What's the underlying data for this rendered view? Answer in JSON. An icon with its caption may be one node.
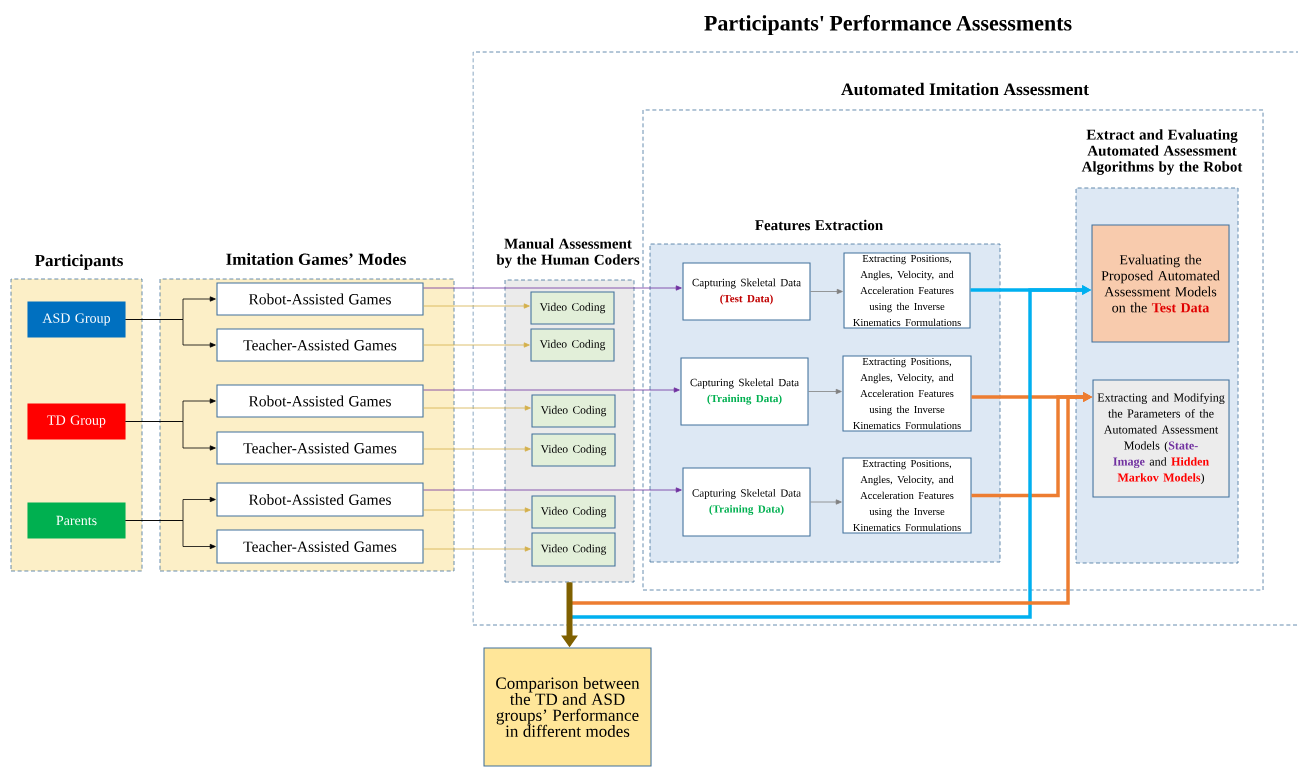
{
  "diagram": {
    "nodes": [
      {
        "text": [
          "Participants"
        ]
      },
      {
        "text": [
          "ASD Group"
        ],
        "in": 0
      },
      {
        "text": [
          "TD Group"
        ],
        "in": 0
      },
      {
        "text": [
          "Parents"
        ],
        "in": 0
      },
      {
        "text": [
          "Imitation Games’ Modes"
        ]
      },
      {
        "text": [
          "Robot-Assisted Games"
        ],
        "in": 4
      },
      {
        "text": [
          "Teacher-Assisted Games"
        ],
        "in": 4
      },
      {
        "text": [
          "Robot-Assisted Games"
        ],
        "in": 4
      },
      {
        "text": [
          "Teacher-Assisted Games"
        ],
        "in": 4
      },
      {
        "text": [
          "Robot-Assisted Games"
        ],
        "in": 4
      },
      {
        "text": [
          "Teacher-Assisted Games"
        ],
        "in": 4
      },
      {
        "text": [
          "Participants' Performance Assessments"
        ]
      },
      {
        "text": [
          "Manual Assessment by the Human Coders"
        ],
        "in": 11
      },
      {
        "text": [
          "Video Coding"
        ],
        "in": 12
      },
      {
        "text": [
          "Video Coding"
        ],
        "in": 12
      },
      {
        "text": [
          "Video Coding"
        ],
        "in": 12
      },
      {
        "text": [
          "Video Coding"
        ],
        "in": 12
      },
      {
        "text": [
          "Video Coding"
        ],
        "in": 12
      },
      {
        "text": [
          "Video Coding"
        ],
        "in": 12
      },
      {
        "text": [
          "Automated Imitation Assessment"
        ],
        "in": 11
      },
      {
        "text": [
          "Features Extraction"
        ],
        "in": 19
      },
      {
        "text": [
          "Capturing Skeletal Data",
          "(Test Data)"
        ],
        "in": 20
      },
      {
        "text": [
          "Extracting Positions, Angles, Velocity, and Acceleration Features using the Inverse Kinematics Formulations"
        ],
        "in": 20
      },
      {
        "text": [
          "Capturing Skeletal Data",
          "(Training Data)"
        ],
        "in": 20
      },
      {
        "text": [
          "Extracting Positions, Angles, Velocity, and Acceleration Features using the Inverse Kinematics Formulations"
        ],
        "in": 20
      },
      {
        "text": [
          "Capturing Skeletal Data",
          "(Training Data)"
        ],
        "in": 20
      },
      {
        "text": [
          "Extracting Positions, Angles, Velocity, and Acceleration Features using the Inverse Kinematics Formulations"
        ],
        "in": 20
      },
      {
        "text": [
          "Extract and Evaluating Automated Assessment Algorithms by the Robot"
        ],
        "in": 19
      },
      {
        "text": [
          "Evaluating the Proposed Automated Assessment Models on the",
          "Test Data"
        ],
        "in": 27
      },
      {
        "text": [
          "Extracting and Modifying the Parameters of the Automated Assessment Models (",
          "State-Image",
          "and",
          "Hidden Markov Models",
          ")"
        ],
        "in": 27
      },
      {
        "text": [
          "Comparison between the TD and ASD groups’ Performance in different modes"
        ]
      }
    ],
    "edges": [
      {
        "from": 1,
        "to": 5,
        "arrow": "to"
      },
      {
        "from": 1,
        "to": 6,
        "arrow": "to"
      },
      {
        "from": 2,
        "to": 7,
        "arrow": "to"
      },
      {
        "from": 2,
        "to": 8,
        "arrow": "to"
      },
      {
        "from": 3,
        "to": 9,
        "arrow": "to"
      },
      {
        "from": 3,
        "to": 10,
        "arrow": "to"
      },
      {
        "from": 5,
        "to": 21,
        "arrow": "to",
        "color": "#7030a0"
      },
      {
        "from": 7,
        "to": 23,
        "arrow": "to",
        "color": "#7030a0"
      },
      {
        "from": 9,
        "to": 25,
        "arrow": "to",
        "color": "#7030a0"
      },
      {
        "from": 5,
        "to": 13,
        "arrow": "to",
        "color": "#d4b04a"
      },
      {
        "from": 6,
        "to": 14,
        "arrow": "to",
        "color": "#d4b04a"
      },
      {
        "from": 7,
        "to": 15,
        "arrow": "to",
        "color": "#d4b04a"
      },
      {
        "from": 8,
        "to": 16,
        "arrow": "to",
        "color": "#d4b04a"
      },
      {
        "from": 9,
        "to": 17,
        "arrow": "to",
        "color": "#d4b04a"
      },
      {
        "from": 10,
        "to": 18,
        "arrow": "to",
        "color": "#d4b04a"
      },
      {
        "from": 21,
        "to": 22,
        "arrow": "to",
        "color": "#808080"
      },
      {
        "from": 23,
        "to": 24,
        "arrow": "to",
        "color": "#808080"
      },
      {
        "from": 25,
        "to": 26,
        "arrow": "to",
        "color": "#808080"
      },
      {
        "from": 22,
        "to": 28,
        "arrow": "to",
        "style": "thick",
        "color": "#00b0f0"
      },
      {
        "from": 24,
        "to": 29,
        "arrow": "to",
        "style": "thick",
        "color": "#ed7d31"
      },
      {
        "from": 26,
        "to": 29,
        "arrow": "to",
        "style": "thick",
        "color": "#ed7d31"
      },
      {
        "from": 12,
        "to": 28,
        "arrow": "to",
        "style": "thick",
        "color": "#00b0f0"
      },
      {
        "from": 12,
        "to": 29,
        "arrow": "to",
        "style": "thick",
        "color": "#ed7d31"
      },
      {
        "from": 12,
        "to": 30,
        "arrow": "to",
        "style": "thick",
        "color": "#7f6000"
      }
    ]
  }
}
